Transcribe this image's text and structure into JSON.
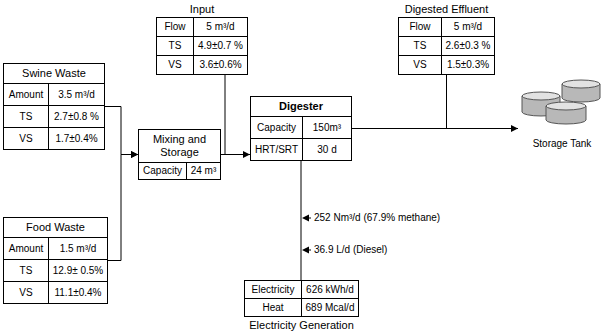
{
  "diagram": {
    "nodes": [
      {
        "text": [
          "Swine Waste",
          "Amount",
          "3.5 m³/d",
          "TS",
          "2.7±0.8 %",
          "VS",
          "1.7±0.4%"
        ]
      },
      {
        "text": [
          "Food Waste",
          "Amount",
          "1.5 m³/d",
          "TS",
          "12.9± 0.5%",
          "VS",
          "11.1±0.4%"
        ]
      },
      {
        "text": [
          "Mixing and Storage",
          "Capacity",
          "24 m³"
        ]
      },
      {
        "text": [
          "Input",
          "Flow",
          "5 m³/d",
          "TS",
          "4.9±0.7 %",
          "VS",
          "3.6±0.6%"
        ]
      },
      {
        "text": [
          "Digester",
          "Capacity",
          "150m³",
          "HRT/SRT",
          "30 d"
        ]
      },
      {
        "text": [
          "Digested Effluent",
          "Flow",
          "5 m³/d",
          "TS",
          "2.6±0.3 %",
          "VS",
          "1.5±0.3%"
        ]
      },
      {
        "text": [
          "Storage Tank"
        ]
      },
      {
        "text": [
          "Electricity",
          "626 kWh/d",
          "Heat",
          "689 Mcal/d",
          "Electricity Generation"
        ]
      }
    ],
    "edges": [
      {
        "from": 0,
        "to": 2,
        "arrow": "to"
      },
      {
        "from": 1,
        "to": 2,
        "arrow": "to"
      },
      {
        "from": 2,
        "to": 4,
        "arrow": "to"
      },
      {
        "from": 4,
        "to": 6,
        "arrow": "to"
      },
      {
        "from": 4,
        "to": 7,
        "arrow": "none"
      }
    ],
    "labels": [
      "252 Nm³/d (67.9% methane)",
      "36.9 L/d (Diesel)"
    ]
  }
}
